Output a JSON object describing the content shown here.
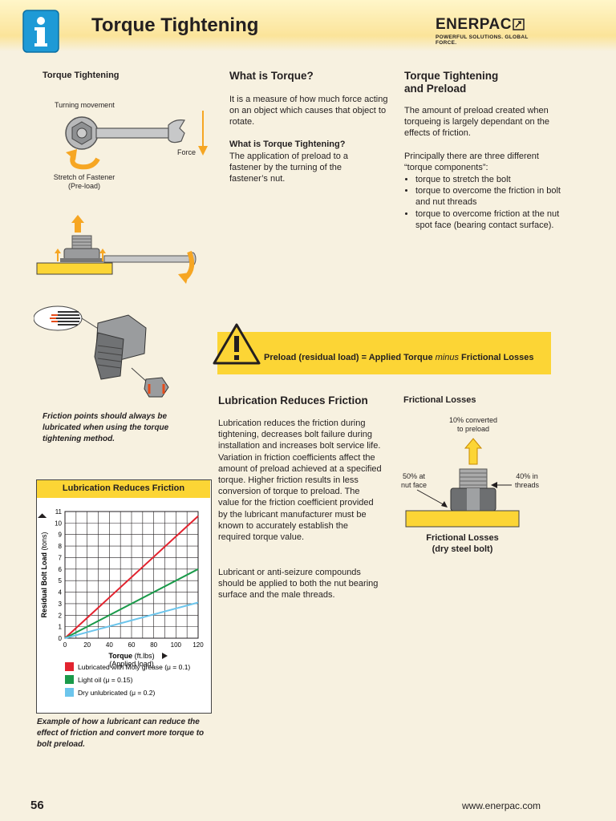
{
  "header": {
    "title": "Torque Tightening",
    "logo_brand": "ENERPAC",
    "logo_tagline": "POWERFUL SOLUTIONS. GLOBAL FORCE."
  },
  "left": {
    "heading": "Torque Tightening",
    "label_turning": "Turning movement",
    "label_force": "Force",
    "label_stretch_1": "Stretch of Fastener",
    "label_stretch_2": "(Pre-load)",
    "friction_caption": "Friction points should always be lubricated when using the torque tightening method."
  },
  "middle": {
    "heading": "What is Torque?",
    "para1": "It is a measure of how much force acting on an object which causes that object to rotate.",
    "subheading": "What is Torque Tightening?",
    "para2": "The application of preload to a fastener by the turning of the fastener’s nut."
  },
  "right": {
    "heading_1": "Torque Tightening",
    "heading_2": "and Preload",
    "para1": "The amount of preload created when torqueing is largely dependant on the effects of friction.",
    "para2": "Principally there are three different “torque components”:",
    "bullets": [
      "torque to stretch the bolt",
      "torque to overcome the friction in bolt and nut threads",
      "torque to overcome friction at the nut spot face (bearing contact surface)."
    ]
  },
  "banner": {
    "text_1": "Preload (residual load) = Applied Torque ",
    "text_2": "minus",
    "text_3": " Frictional Losses"
  },
  "lubrication": {
    "heading": "Lubrication Reduces Friction",
    "para1": "Lubrication reduces the friction during tightening, decreases bolt failure during installation and increases bolt service life. Variation in friction coefficients affect the amount of preload achieved at a specified torque. Higher friction results in less conversion of torque to preload. The value for the friction coefficient provided by the lubricant manufacturer must be known to accurately establish the required torque value.",
    "para2": "Lubricant or anti-seizure compounds should be applied to both the nut bearing surface and the male threads."
  },
  "frictional": {
    "heading": "Frictional Losses",
    "label_top_1": "10% converted",
    "label_top_2": "to preload",
    "label_left_1": "50% at",
    "label_left_2": "nut face",
    "label_right_1": "40% in",
    "label_right_2": "threads",
    "caption_1": "Frictional Losses",
    "caption_2": "(dry steel bolt)"
  },
  "chart_caption": "Example of how a lubricant can reduce the effect of friction and convert more torque to bolt preload.",
  "chart_data": {
    "type": "line",
    "title": "Lubrication Reduces Friction",
    "xlabel_main": "Torque",
    "xlabel_unit": "(ft.lbs)",
    "xlabel_sub": "(Applied load)",
    "ylabel_main": "Residual Bolt Load",
    "ylabel_unit": "(tons)",
    "xlim": [
      0,
      120
    ],
    "ylim": [
      0,
      11
    ],
    "xticks": [
      0,
      20,
      40,
      60,
      80,
      100,
      120
    ],
    "yticks": [
      0,
      1,
      2,
      3,
      4,
      5,
      6,
      7,
      8,
      9,
      10,
      11
    ],
    "grid": true,
    "series": [
      {
        "name": "Lubricated with Moly grease (μ = 0.1)",
        "color": "#e2232f",
        "x": [
          0,
          120
        ],
        "y": [
          0,
          10.6
        ]
      },
      {
        "name": "Light oil (μ = 0.15)",
        "color": "#1a9a4a",
        "x": [
          0,
          120
        ],
        "y": [
          0,
          6.0
        ]
      },
      {
        "name": "Dry unlubricated (μ = 0.2)",
        "color": "#6cc5ec",
        "x": [
          0,
          120
        ],
        "y": [
          0,
          3.1
        ]
      }
    ]
  },
  "footer": {
    "page": "56",
    "url": "www.enerpac.com"
  },
  "colors": {
    "accent_yellow": "#fcd535",
    "header_yellow": "#fbe49a",
    "info_blue": "#1e9ad6",
    "orange": "#f6a623",
    "background": "#f7f1e0"
  }
}
